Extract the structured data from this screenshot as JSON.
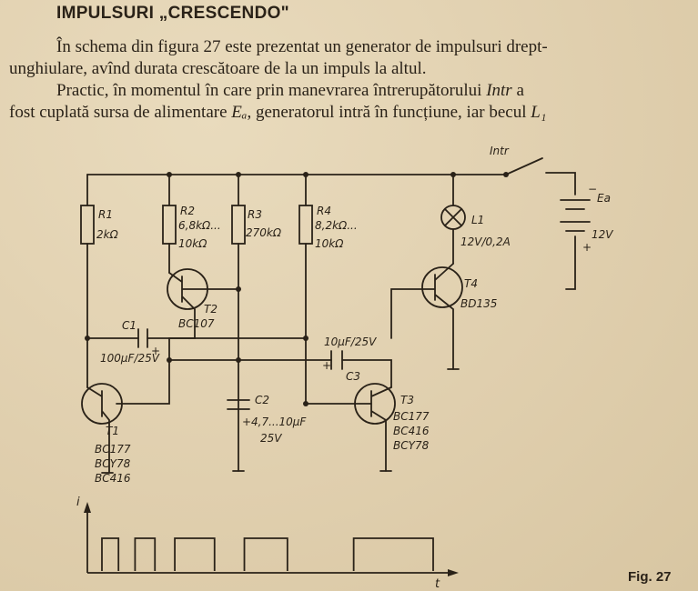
{
  "heading": "IMPULSURI „CRESCENDO\"",
  "paragraph1": {
    "line1": "În schema din figura 27 este prezentat un generator de impulsuri drept-",
    "line2": "unghiulare, avînd durata crescătoare de la un impuls la altul."
  },
  "paragraph2": {
    "line1_pre": "Practic, în momentul în care prin manevrarea întrerupătorului ",
    "line1_em": "Intr",
    "line1_post": " a",
    "line2_pre": "fost cuplată sursa de alimentare ",
    "line2_em": "Eₐ",
    "line2_post": ", generatorul intră în funcțiune, iar becul ",
    "line2_em2": "L₁"
  },
  "circuit": {
    "switch_label": "Intr",
    "source_label": "Ea",
    "source_voltage": "12V",
    "source_minus": "−",
    "source_plus": "+",
    "R1": {
      "name": "R1",
      "value": "2kΩ"
    },
    "R2": {
      "name": "R2",
      "value_a": "6,8kΩ...",
      "value_b": "10kΩ"
    },
    "R3": {
      "name": "R3",
      "value": "270kΩ"
    },
    "R4": {
      "name": "R4",
      "value_a": "8,2kΩ...",
      "value_b": "10kΩ"
    },
    "L1": {
      "name": "L1",
      "value": "12V/0,2A"
    },
    "T1": {
      "name": "T1",
      "types": [
        "BC177",
        "BCY78",
        "BC416"
      ]
    },
    "T2": {
      "name": "T2",
      "type": "BC107"
    },
    "T3": {
      "name": "T3",
      "types": [
        "BC177",
        "BC416",
        "BCY78"
      ]
    },
    "T4": {
      "name": "T4",
      "type": "BD135"
    },
    "C1": {
      "name": "C1",
      "value": "100μF/25V",
      "plus": "+"
    },
    "C2": {
      "name": "C2",
      "value_a": "4,7...10μF",
      "value_b": "25V",
      "plus": "+"
    },
    "C3": {
      "name": "C3",
      "value": "10μF/25V",
      "plus": "+"
    }
  },
  "graph": {
    "y_label": "i",
    "x_label": "t",
    "pulses": [
      {
        "start": 0.0,
        "end": 1.0
      },
      {
        "start": 2.0,
        "end": 3.2
      },
      {
        "start": 4.4,
        "end": 6.8
      },
      {
        "start": 8.6,
        "end": 11.2
      },
      {
        "start": 15.2,
        "end": 20.0
      }
    ]
  },
  "figure_label": "Fig. 27",
  "colors": {
    "ink": "#2a2218",
    "paper": "#e3d3b3"
  }
}
